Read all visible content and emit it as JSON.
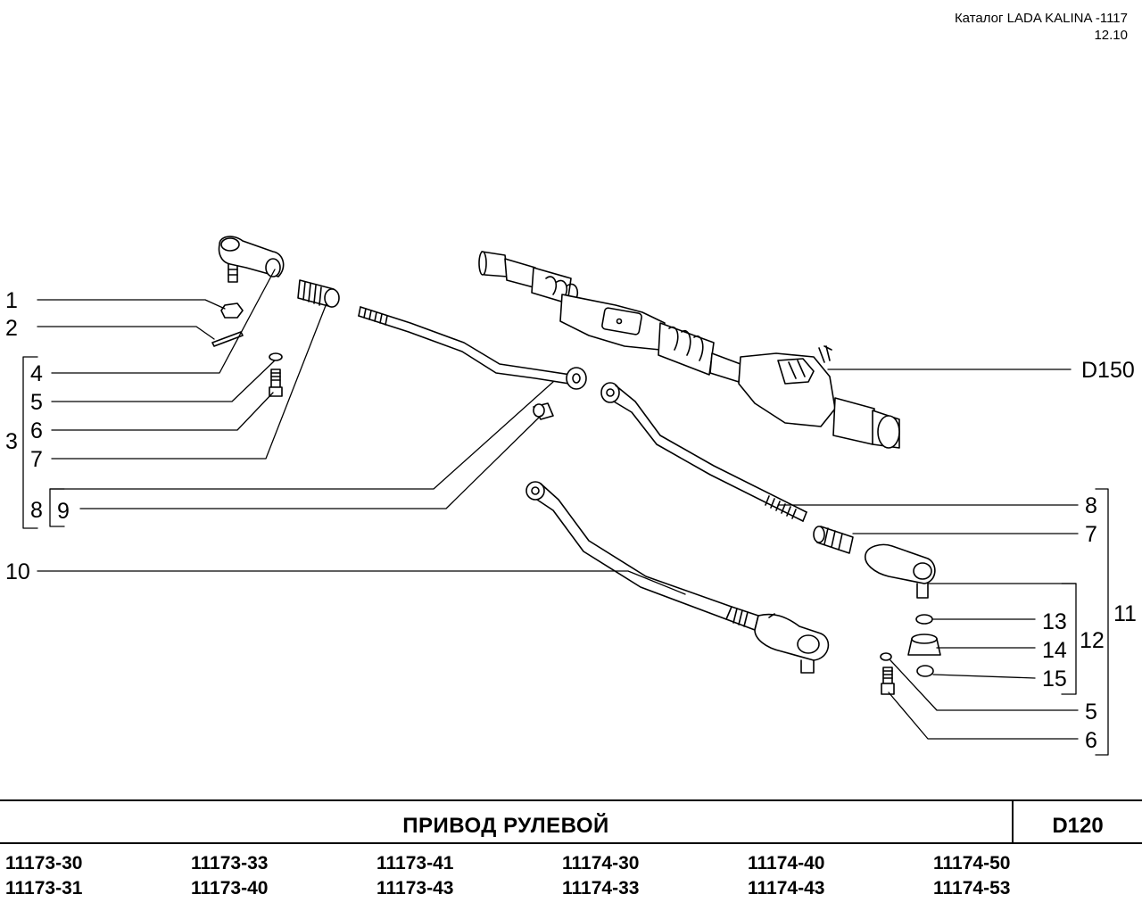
{
  "header": {
    "catalog": "Каталог LADA KALINA -1117",
    "date": "12.10"
  },
  "title": "ПРИВОД   РУЛЕВОЙ",
  "section_code": "D120",
  "ref_label": "D150",
  "callouts": {
    "c1": "1",
    "c2": "2",
    "c3": "3",
    "c4": "4",
    "c5": "5",
    "c6": "6",
    "c7": "7",
    "c8": "8",
    "c9": "9",
    "c10": "10",
    "r8": "8",
    "r7": "7",
    "r11": "11",
    "r12": "12",
    "r13": "13",
    "r14": "14",
    "r15": "15",
    "r5": "5",
    "r6": "6"
  },
  "models": [
    [
      "11173-30",
      "11173-31"
    ],
    [
      "11173-33",
      "11173-40"
    ],
    [
      "11173-41",
      "11173-43"
    ],
    [
      "11174-30",
      "11174-33"
    ],
    [
      "11174-40",
      "11174-43"
    ],
    [
      "11174-50",
      "11174-53"
    ]
  ]
}
